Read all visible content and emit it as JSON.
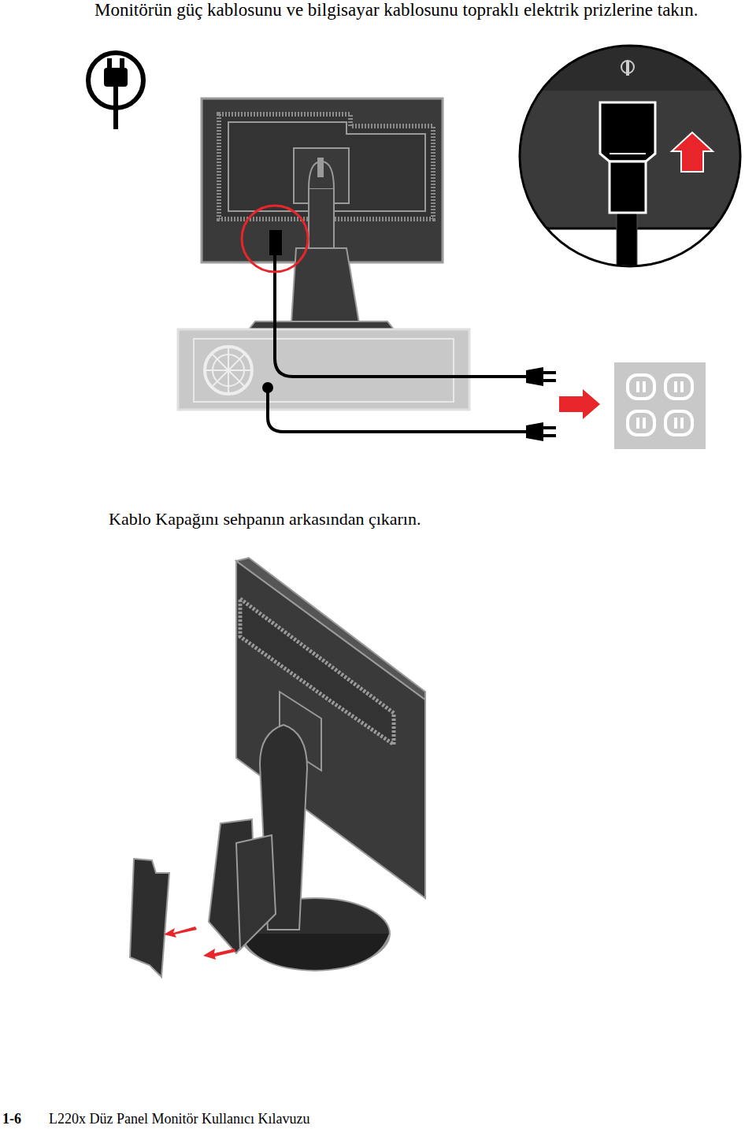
{
  "diagram": {
    "labels": [
      "Monitörün güç kablosunu ve bilgisayar kablosunu topraklı elektrik prizlerine takın.",
      "Kablo Kapağını sehpanın arkasından çıkarın.",
      "1-6",
      "L220x Düz Panel Monitör Kullanıcı Kılavuzu"
    ]
  }
}
